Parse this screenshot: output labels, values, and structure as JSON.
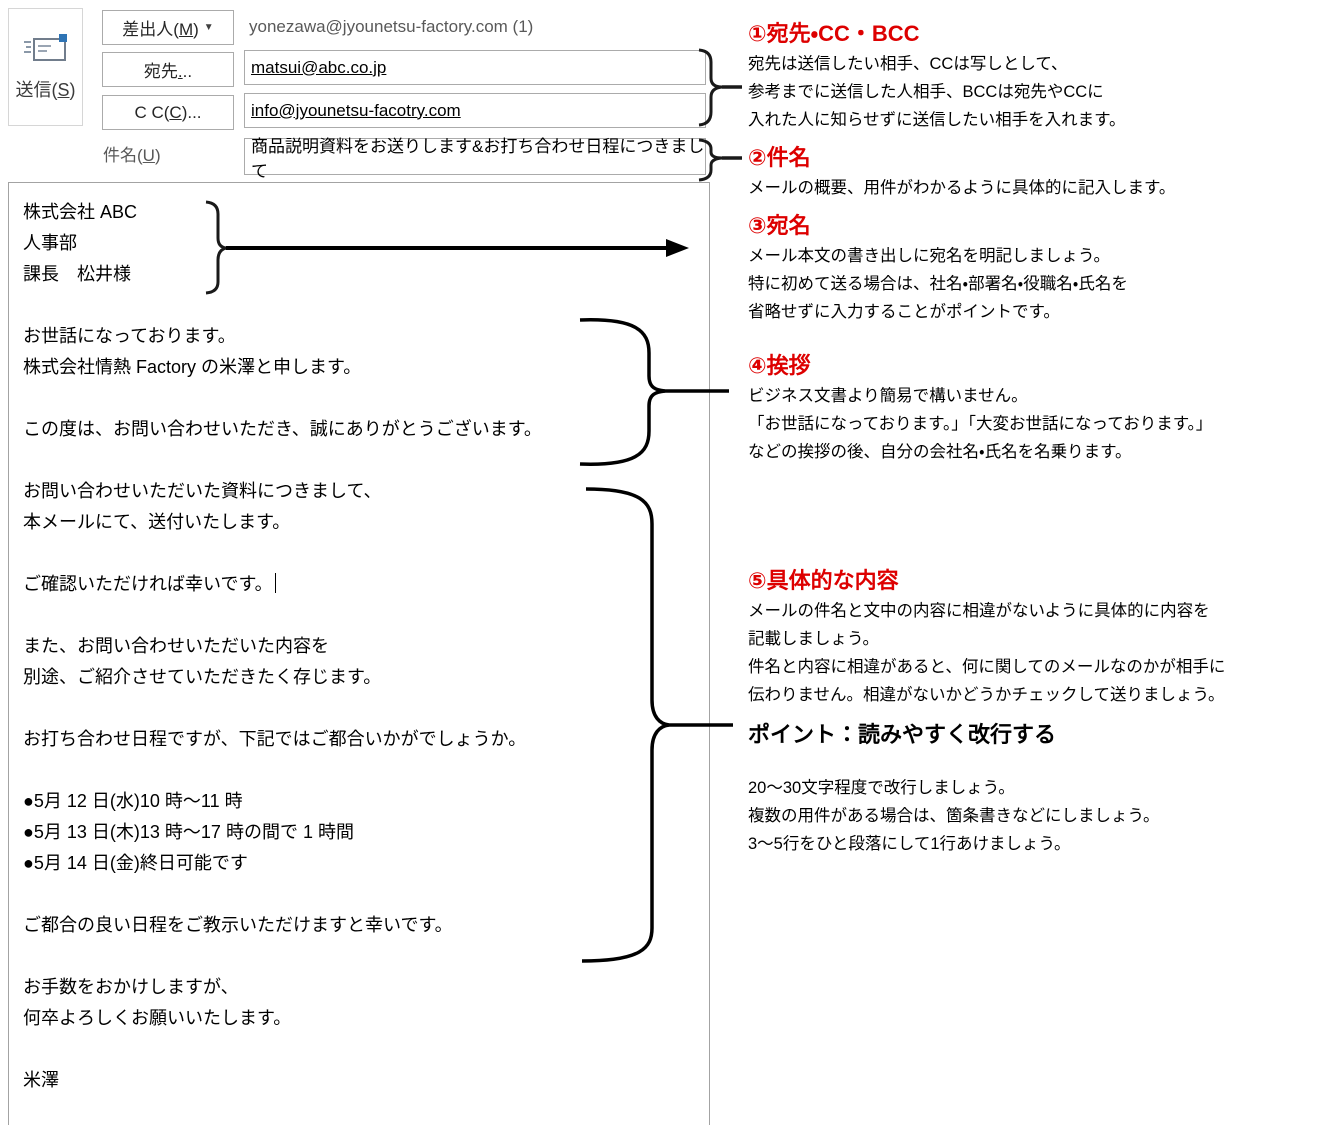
{
  "colors": {
    "accent_red": "#dd0000",
    "link_black": "#000000"
  },
  "toolbar": {
    "send": {
      "pre": "送信(",
      "key": "S",
      "post": ")"
    }
  },
  "fields": {
    "from_button": {
      "pre": "差出人(",
      "key": "M",
      "post": ")",
      "arrow": "▼"
    },
    "from_value": "yonezawa@jyounetsu-factory.com (1)",
    "to_button": {
      "pre": "宛先",
      "key": ".",
      "post": ".."
    },
    "to_value": "matsui@abc.co.jp",
    "cc_button": {
      "pre": "C C(",
      "key": "C",
      "post": ")..."
    },
    "cc_value": "info@jyounetsu-facotry.com",
    "subject_label": {
      "pre": "件名(",
      "key": "U",
      "post": ")"
    },
    "subject_value": "商品説明資料をお送りします&お打ち合わせ日程につきまして"
  },
  "body": {
    "cursor_line_index": 12,
    "lines": [
      "株式会社 ABC",
      "人事部",
      "課長　松井様",
      "",
      "お世話になっております。",
      "株式会社情熱 Factory の米澤と申します。",
      "",
      "この度は、お問い合わせいただき、誠にありがとうございます。",
      "",
      "お問い合わせいただいた資料につきまして、",
      "本メールにて、送付いたします。",
      "",
      "ご確認いただければ幸いです。",
      "",
      "また、お問い合わせいただいた内容を",
      "別途、ご紹介させていただきたく存じます。",
      "",
      "お打ち合わせ日程ですが、下記ではご都合いかがでしょうか。",
      "",
      "●5月 12 日(水)10 時～11 時",
      "●5月 13 日(木)13 時～17 時の間で 1 時間",
      "●5月 14 日(金)終日可能です",
      "",
      "ご都合の良い日程をご教示いただけますと幸いです。",
      "",
      "お手数をおかけしますが、",
      "何卒よろしくお願いいたします。",
      "",
      "米澤"
    ]
  },
  "annotations": [
    {
      "heading": "①宛先・CC・BCC",
      "lines": [
        "宛先は送信したい相手、CCは写しとして、",
        "参考までに送信した人相手、BCCは宛先やCCに",
        "入れた人に知らせずに送信したい相手を入れます。"
      ]
    },
    {
      "heading": "②件名",
      "lines": [
        "メールの概要、用件がわかるように具体的に記入します。"
      ]
    },
    {
      "heading": "③宛名",
      "lines": [
        "メール本文の書き出しに宛名を明記しましょう。",
        "特に初めて送る場合は、社名・部署名・役職名・氏名を",
        "省略せずに入力することがポイントです。"
      ]
    },
    {
      "heading": "④挨拶",
      "lines": [
        "ビジネス文書より簡易で構いません。",
        "「お世話になっております。」「大変お世話になっております。」",
        "などの挨拶の後、自分の会社名・氏名を名乗ります。"
      ]
    },
    {
      "heading": "⑤具体的な内容",
      "lines": [
        "メールの件名と文中の内容に相違がないように具体的に内容を",
        "記載しましょう。",
        "件名と内容に相違があると、何に関してのメールなのかが相手に",
        "伝わりません。相違がないかどうかチェックして送りましょう。"
      ]
    }
  ],
  "point_note": {
    "heading": "ポイント：読みやすく改行する",
    "lines": [
      "20～30文字程度で改行しましょう。",
      "複数の用件がある場合は、箇条書きなどにしましょう。",
      "3～5行をひと段落にして1行あけましょう。"
    ]
  }
}
